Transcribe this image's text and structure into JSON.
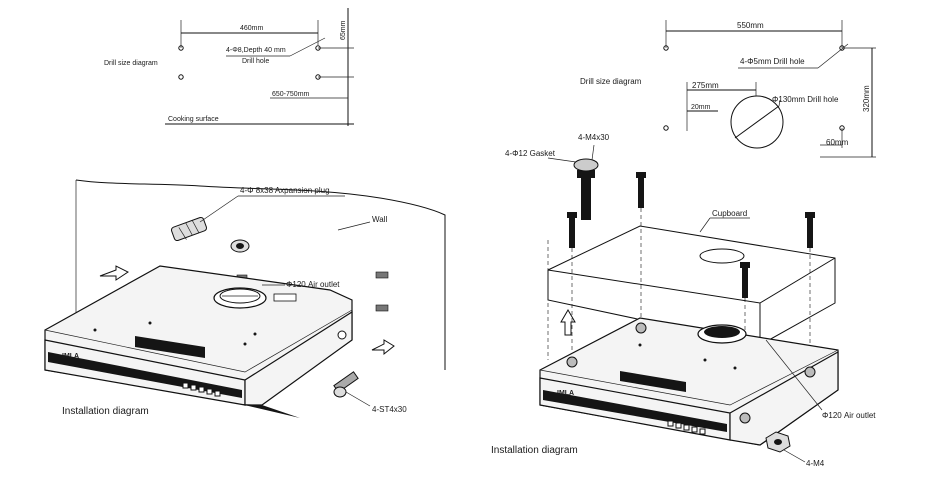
{
  "left": {
    "drill": {
      "title": "Drill size diagram",
      "width": "460mm",
      "height": "65mm",
      "hole": "4-Φ8,Depth 40 mm",
      "hole2": "Drill hole",
      "range": "650-750mm",
      "surface": "Cooking surface"
    },
    "install": {
      "plug": "4-Φ 8x38 Axpansion plug",
      "wall": "Wall",
      "outlet": "Φ120 Air outlet",
      "screw": "4-ST4x30",
      "caption": "Installation diagram",
      "brand": "IMLA"
    }
  },
  "right": {
    "drill": {
      "title": "Drill size diagram",
      "width": "550mm",
      "hole": "4-Φ5mm Drill hole",
      "d275": "275mm",
      "d20": "20mm",
      "big": "Φ130mm Drill hole",
      "height": "320mm",
      "d60": "60mm"
    },
    "install": {
      "bolt": "4-M4x30",
      "gasket": "4-Φ12 Gasket",
      "cupboard": "Cupboard",
      "outlet": "Φ120 Air outlet",
      "nut": "4-M4",
      "caption": "Installation diagram",
      "brand": "IMLA"
    }
  }
}
